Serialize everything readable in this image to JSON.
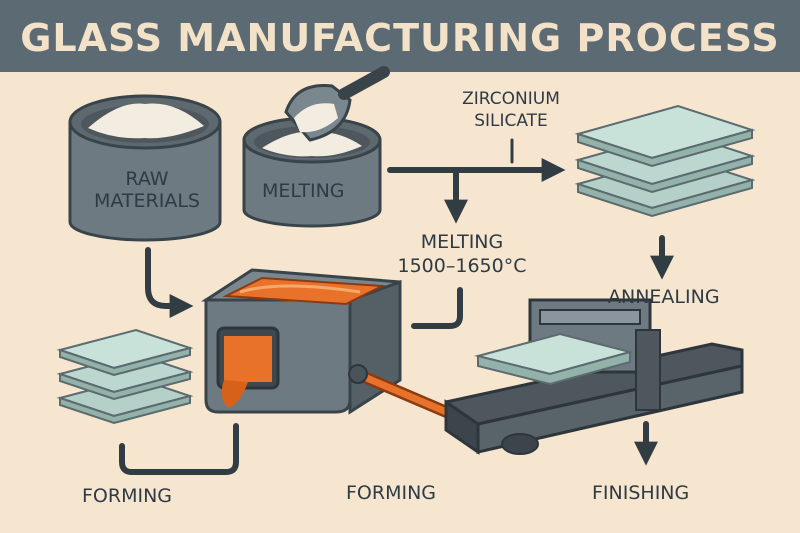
{
  "title": "GLASS MANUFACTURING PROCESS",
  "colors": {
    "background": "#f6e6d0",
    "title_bar": "#5c6b73",
    "title_text": "#f3e2c7",
    "steel": "#6e7a82",
    "steel_dark": "#48535a",
    "arrow": "#323c43",
    "glass": "#bcd7cf",
    "molten": "#e8722a",
    "powder": "#f3ede1",
    "label_text": "#2f3b44"
  },
  "labels": {
    "raw_materials_line1": "RAW",
    "raw_materials_line2": "MATERIALS",
    "melting_bin": "MELTING",
    "zirconium_line1": "ZIRCONIUM",
    "zirconium_line2": "SILICATE",
    "melting_temp_line1": "MELTING",
    "melting_temp_line2": "1500–1650°C",
    "annealing": "ANNEALING",
    "forming_left": "FORMING",
    "forming_center": "FORMING",
    "finishing": "FINISHING"
  },
  "icons": {
    "raw_materials": "bucket-icon",
    "melting_bin": "scoop-bin-icon",
    "furnace": "furnace-icon",
    "glass_stack": "glass-sheets-icon",
    "conveyor": "conveyor-press-icon"
  }
}
